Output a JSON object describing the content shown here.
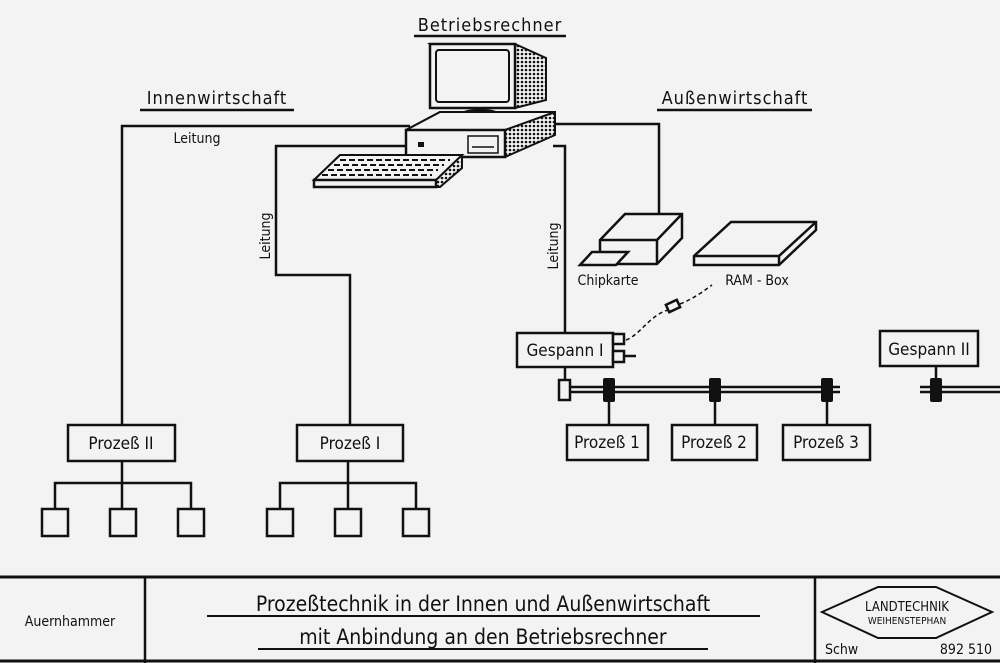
{
  "headings": {
    "computer": "Betriebsrechner",
    "inner": "Innenwirtschaft",
    "outer": "Außenwirtschaft"
  },
  "lines": {
    "leitung_top": "Leitung",
    "leitung_inner": "Leitung",
    "leitung_outer": "Leitung"
  },
  "devices": {
    "chipcard": "Chipkarte",
    "rambox": "RAM - Box"
  },
  "nodes": {
    "prozess_ii": "Prozeß II",
    "prozess_i": "Prozeß I",
    "gespann_i": "Gespann I",
    "gespann_ii": "Gespann II",
    "prozess_1": "Prozeß 1",
    "prozess_2": "Prozeß 2",
    "prozess_3": "Prozeß 3"
  },
  "footer": {
    "author": "Auernhammer",
    "title_line1": "Prozeßtechnik  in der Innen  und  Außenwirtschaft",
    "title_line2": "mit Anbindung  an den  Betriebsrechner",
    "logo_line1": "LANDTECHNIK",
    "logo_line2": "WEIHENSTEPHAN",
    "initials": "Schw",
    "number": "892 510"
  }
}
